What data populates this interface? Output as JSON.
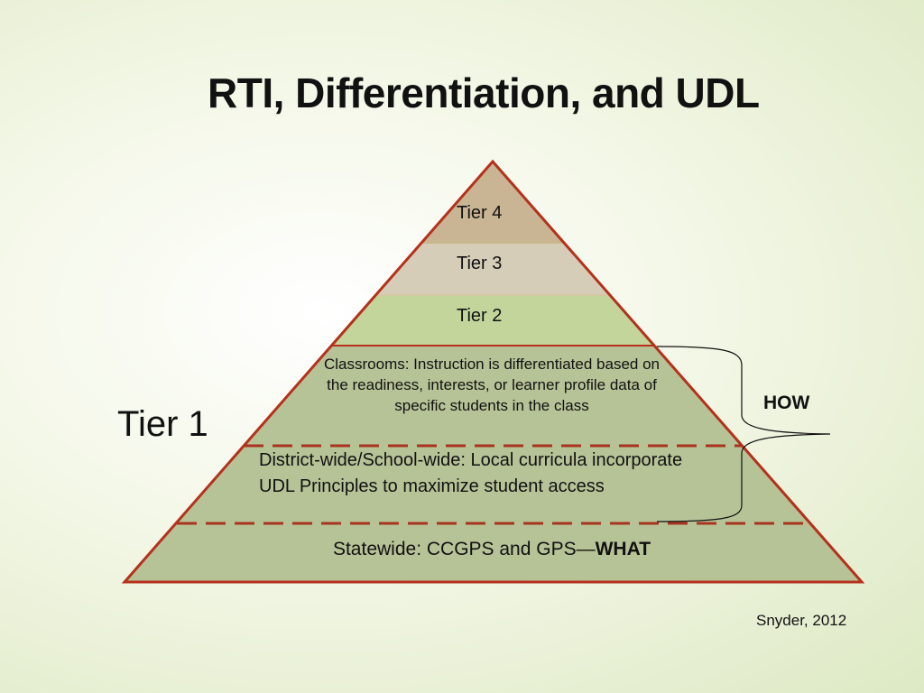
{
  "title": "RTI, Differentiation, and UDL",
  "tiers": {
    "tier4": "Tier 4",
    "tier3": "Tier 3",
    "tier2": "Tier 2",
    "tier1": "Tier 1"
  },
  "layers": {
    "classrooms": "Classrooms: Instruction is differentiated based on the readiness, interests, or learner profile data of specific students in the class",
    "district_line1": "District-wide/School-wide: Local curricula incorporate",
    "district_line2": "UDL Principles to maximize student access",
    "statewide_prefix": "Statewide: CCGPS and GPS—",
    "statewide_emphasis": "WHAT"
  },
  "bracket_label": "HOW",
  "citation": "Snyder, 2012",
  "colors": {
    "outline": "#b5311c",
    "tier4_fill": "#c9b493",
    "tier3_fill": "#d6cdb8",
    "tier2_fill": "#c3d59b",
    "tier1_fill": "#b6c397",
    "dash": "#a8341f"
  }
}
